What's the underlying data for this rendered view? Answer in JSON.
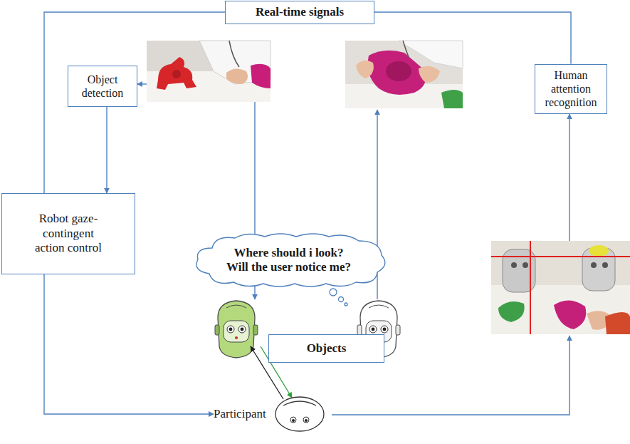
{
  "diagram": {
    "nodes": [
      {
        "text": [
          "Real-time signals"
        ]
      },
      {
        "text": [
          "Object detection"
        ]
      },
      {
        "text": [
          "Human attention recognition"
        ]
      },
      {
        "text": [
          "Where should i look? Will the user notice me?"
        ]
      },
      {
        "text": [
          "Robot gaze-contingent action control"
        ]
      },
      {
        "text": [
          "Objects"
        ]
      },
      {
        "text": [
          "Participant"
        ]
      }
    ],
    "edges": [
      {
        "from": 4,
        "to": 0,
        "arrow": "none"
      },
      {
        "from": 0,
        "to": 2,
        "arrow": "none"
      },
      {
        "from": 1,
        "to": 4,
        "arrow": "to"
      },
      {
        "from": 4,
        "to": 6,
        "arrow": "to"
      }
    ]
  }
}
